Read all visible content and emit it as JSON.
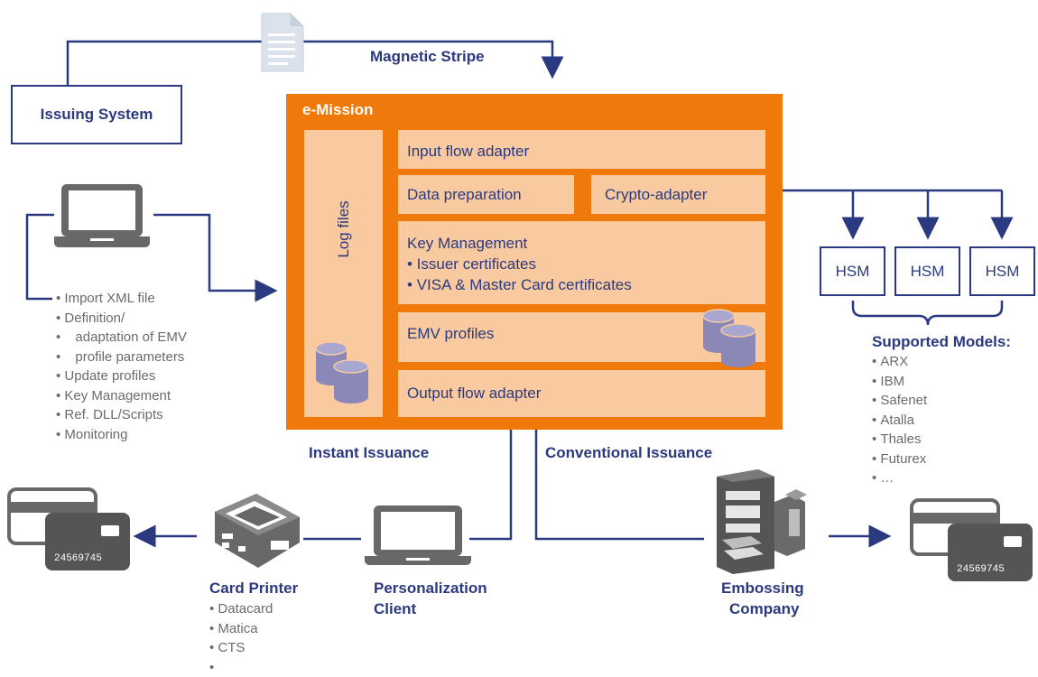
{
  "issuing_system": {
    "label": "Issuing System"
  },
  "magnetic_stripe": {
    "label": "Magnetic Stripe"
  },
  "emission": {
    "title": "e-Mission",
    "log_files": "Log files",
    "input_flow_adapter": "Input flow adapter",
    "data_preparation": "Data preparation",
    "crypto_adapter": "Crypto-adapter",
    "key_management": {
      "title": "Key Management",
      "items": [
        "• Issuer certificates",
        "• VISA & Master Card certificates"
      ]
    },
    "emv_profiles": "EMV profiles",
    "output_flow_adapter": "Output flow adapter"
  },
  "workstation_features": [
    "Import XML file",
    "Definition/",
    "adaptation of EMV",
    "profile parameters",
    "Update profiles",
    "Key Management",
    "Ref. DLL/Scripts",
    "Monitoring"
  ],
  "hsm": {
    "labels": [
      "HSM",
      "HSM",
      "HSM"
    ]
  },
  "supported_models": {
    "title": "Supported Models:",
    "items": [
      "ARX",
      "IBM",
      "Safenet",
      "Atalla",
      "Thales",
      "Futurex",
      "…"
    ]
  },
  "instant_issuance": "Instant Issuance",
  "conventional_issuance": "Conventional Issuance",
  "card_printer": {
    "title": "Card Printer",
    "items": [
      "Datacard",
      "Matica",
      "CTS",
      ""
    ]
  },
  "personalization_client": {
    "line1": "Personalization",
    "line2": "Client"
  },
  "embossing_company": {
    "line1": "Embossing",
    "line2": "Company"
  },
  "card_number": "24569745",
  "colors": {
    "orange": "#ef7a0b",
    "peach": "#f9caa0",
    "navy": "#2b3a80",
    "gray_icon": "#686868",
    "db_purple": "#8b88b8"
  }
}
